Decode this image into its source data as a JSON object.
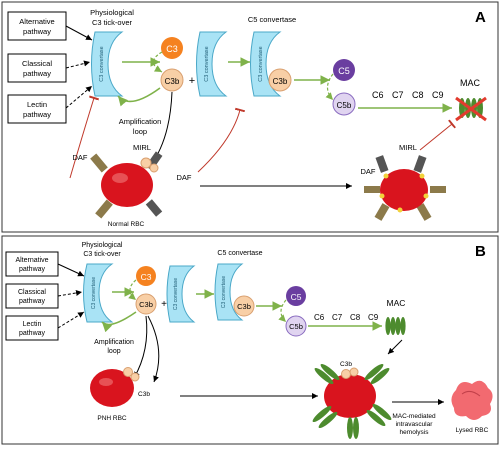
{
  "panel_a": {
    "label": "A",
    "pathways": [
      "Alternative pathway",
      "Classical pathway",
      "Lectin pathway"
    ],
    "tickover": [
      "Physiological",
      "C3 tick-over"
    ],
    "c3_convertase": "C3 convertase",
    "c3": "C3",
    "c3b": "C3b",
    "plus": "+",
    "c5_convertase_title": "C5 convertase",
    "c5": "C5",
    "c5b": "C5b",
    "terminal": [
      "C6",
      "C7",
      "C8",
      "C9"
    ],
    "mac": "MAC",
    "amplification": [
      "Amplification",
      "loop"
    ],
    "daf": "DAF",
    "mirl": "MIRL",
    "normal_rbc": "Normal RBC"
  },
  "panel_b": {
    "label": "B",
    "pathways": [
      "Alternative pathway",
      "Classical pathway",
      "Lectin pathway"
    ],
    "tickover": [
      "Physiological",
      "C3 tick-over"
    ],
    "c3_convertase": "C3 convertase",
    "c3": "C3",
    "c3b": "C3b",
    "plus": "+",
    "c5_convertase_title": "C5 convertase",
    "c5": "C5",
    "c5b": "C5b",
    "terminal": [
      "C6",
      "C7",
      "C8",
      "C9"
    ],
    "mac": "MAC",
    "amplification": [
      "Amplification",
      "loop"
    ],
    "pnh_rbc": "PNH RBC",
    "hemolysis": [
      "MAC-mediated",
      "intravascular",
      "hemolysis"
    ],
    "lysed_rbc": "Lysed RBC"
  },
  "colors": {
    "convertase": "#a9e3f5",
    "c3": "#f58220",
    "c3b": "#f8cfa6",
    "c5": "#6a3ea0",
    "c5b": "#e0d4f0",
    "green": "#7fb24a",
    "mac": "#4d8b2e",
    "rbc": "#d9141e",
    "inhibit": "#c0392b"
  }
}
